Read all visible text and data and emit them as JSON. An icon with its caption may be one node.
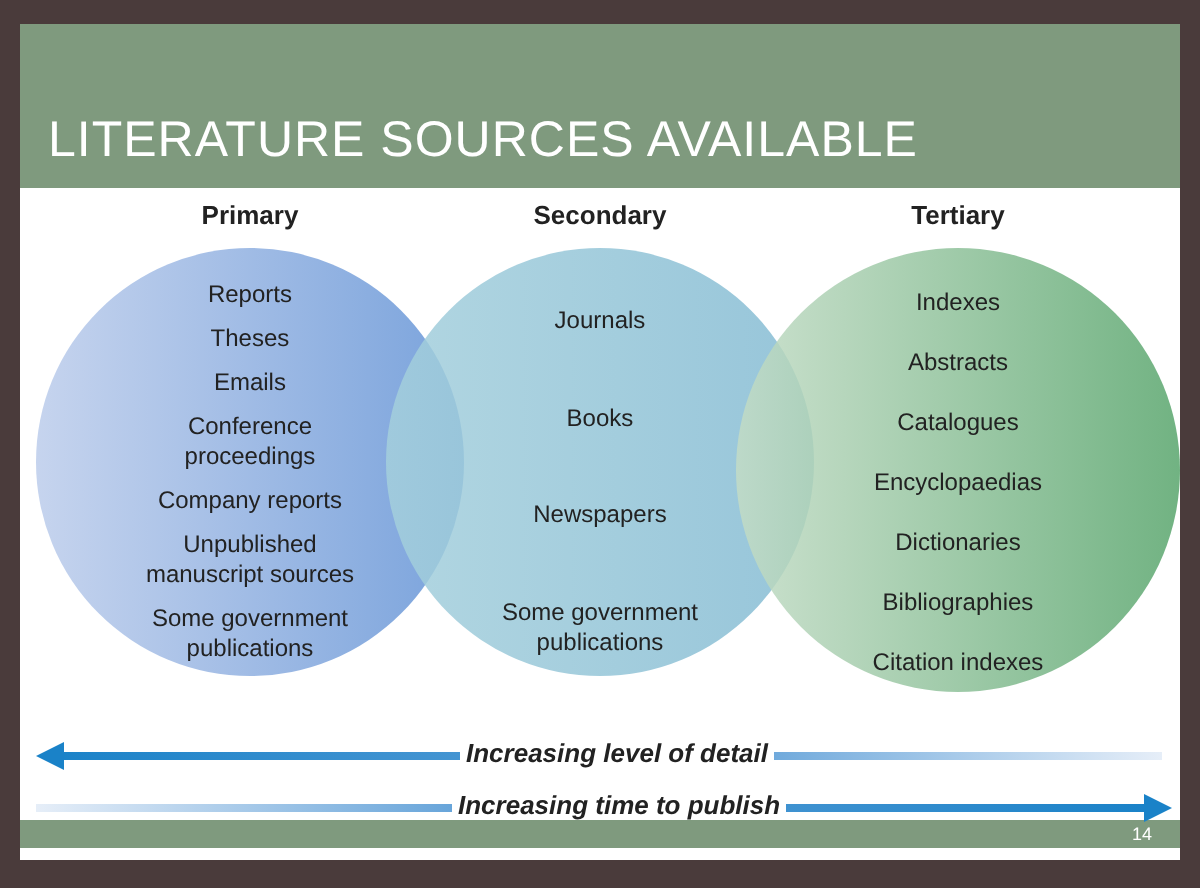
{
  "diagram": {
    "title": "LITERATURE SOURCES AVAILABLE",
    "nodes": [
      {
        "text": [
          "Primary",
          "Reports",
          "Theses",
          "Emails",
          "Conference proceedings",
          "Company reports",
          "Unpublished manuscript sources",
          "Some government publications"
        ]
      },
      {
        "text": [
          "Secondary",
          "Journals",
          "Books",
          "Newspapers",
          "Some government publications"
        ]
      },
      {
        "text": [
          "Tertiary",
          "Indexes",
          "Abstracts",
          "Catalogues",
          "Encyclopaedias",
          "Dictionaries",
          "Bibliographies",
          "Citation indexes"
        ]
      }
    ],
    "edges": [],
    "labels": [
      "Increasing level of detail",
      "Increasing time to publish",
      "14"
    ]
  }
}
